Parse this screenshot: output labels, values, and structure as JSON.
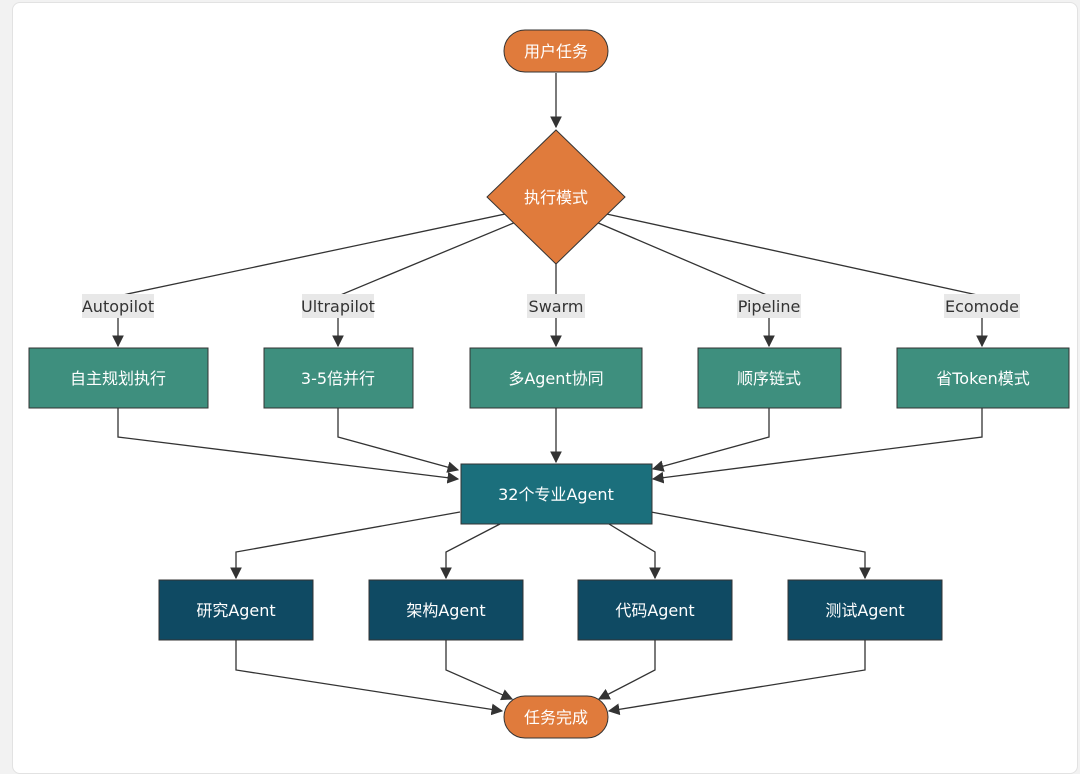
{
  "nodes": {
    "start": "用户任务",
    "decision": "执行模式",
    "autopilot": "自主规划执行",
    "ultrapilot": "3-5倍并行",
    "swarm": "多Agent协同",
    "pipeline": "顺序链式",
    "ecomode": "省Token模式",
    "hub": "32个专业Agent",
    "research": "研究Agent",
    "architecture": "架构Agent",
    "code": "代码Agent",
    "test": "测试Agent",
    "end": "任务完成"
  },
  "edge_labels": {
    "autopilot": "Autopilot",
    "ultrapilot": "Ultrapilot",
    "swarm": "Swarm",
    "pipeline": "Pipeline",
    "ecomode": "Ecomode"
  },
  "colors": {
    "orange": "#e07b3c",
    "teal": "#3e8f7e",
    "hub": "#1b6f7c",
    "navy": "#0f4a63",
    "edge": "#333333"
  }
}
